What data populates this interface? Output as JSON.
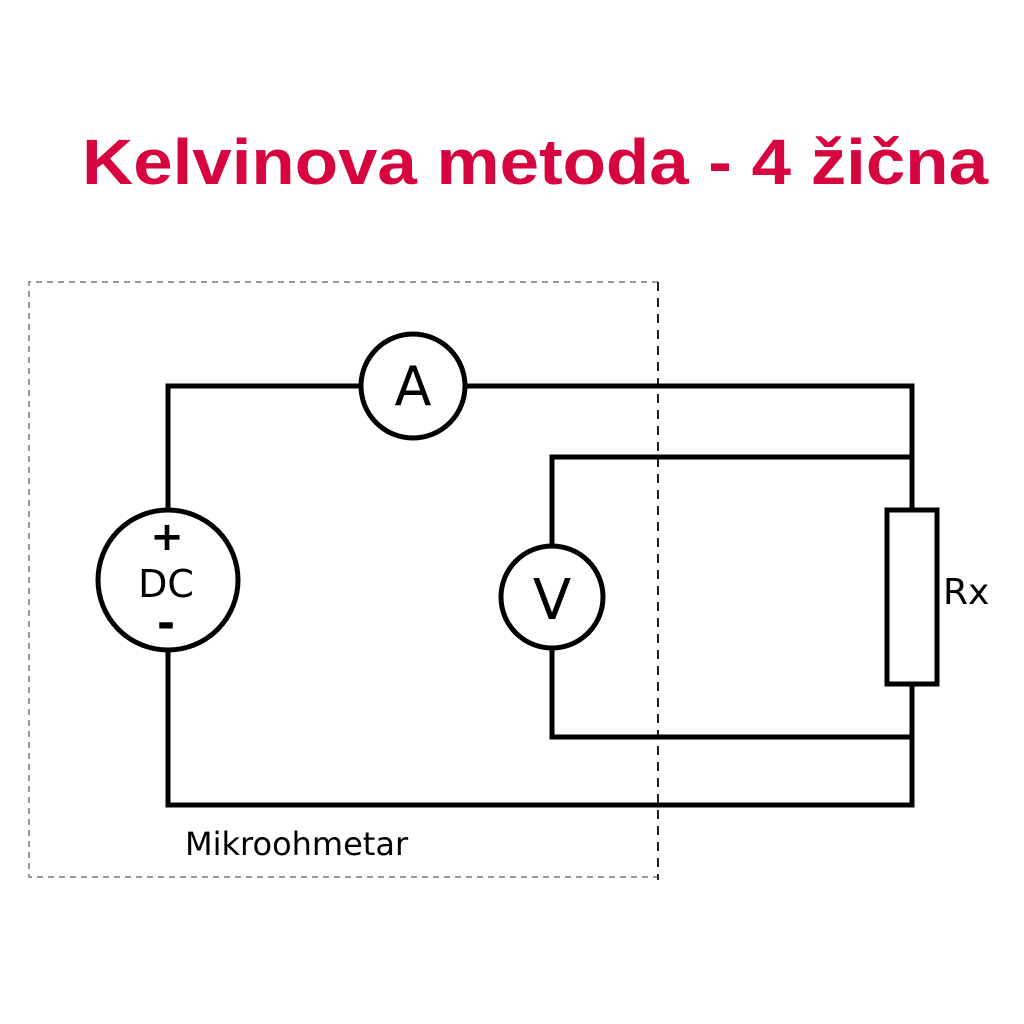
{
  "title": "Kelvinova metoda - 4 žična",
  "colors": {
    "title": "#d6043f",
    "wire": "#000000",
    "box": "#888888"
  },
  "components": {
    "ammeter": "A",
    "voltmeter": "V",
    "source": {
      "label": "DC",
      "plus": "+",
      "minus": "-"
    },
    "resistor": "Rx"
  },
  "box_label": "Mikroohmetar"
}
